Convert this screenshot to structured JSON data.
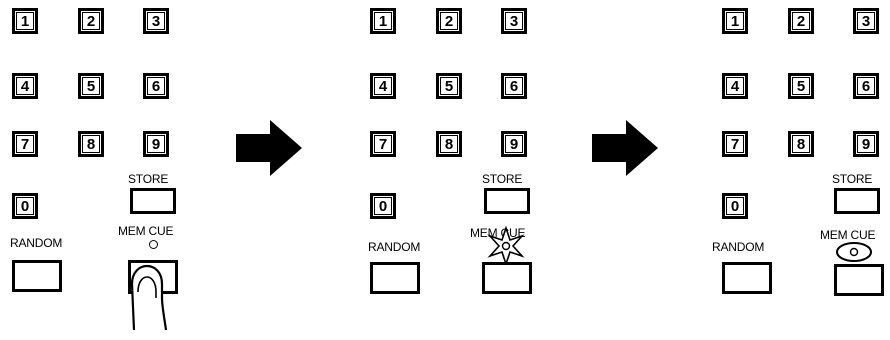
{
  "keypad": {
    "digits": [
      "1",
      "2",
      "3",
      "4",
      "5",
      "6",
      "7",
      "8",
      "9",
      "0"
    ],
    "store_label": "STORE",
    "random_label": "RANDOM",
    "memcue_label": "MEM CUE"
  },
  "steps": [
    {
      "state": "finger-press-memcue"
    },
    {
      "state": "memcue-indicator-flash"
    },
    {
      "state": "memcue-indicator-lit"
    }
  ],
  "colors": {
    "ink": "#000000",
    "paper": "#ffffff"
  },
  "icons": [
    "finger-icon",
    "flash-burst-icon",
    "indicator-ring-icon",
    "arrow-right-icon"
  ]
}
